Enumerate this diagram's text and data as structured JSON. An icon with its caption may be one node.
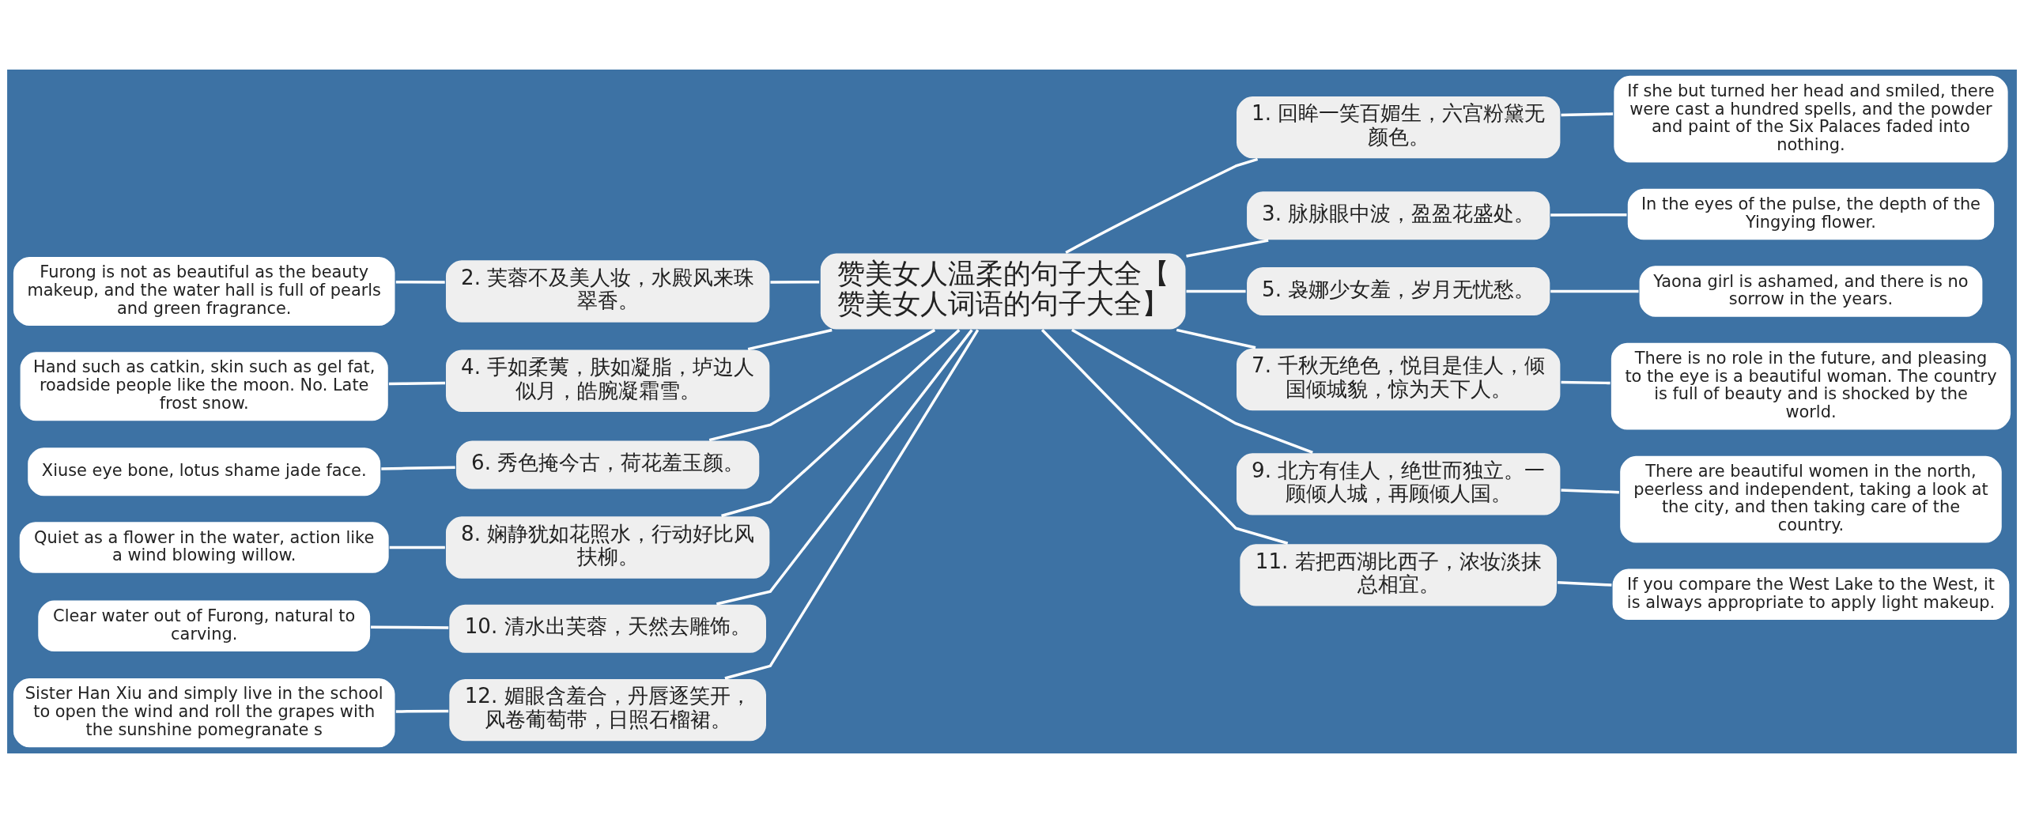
{
  "diagram": {
    "nodes": [
      {
        "text": [
          "赞美女人温柔的句子大全【赞美女人词语的句子大全】"
        ]
      },
      {
        "text": [
          "1. 回眸一笑百媚生，六宫粉黛无颜色。"
        ]
      },
      {
        "text": [
          "If she but turned her head and smiled, there were cast a hundred spells, and the powder and paint of the Six Palaces faded into nothing."
        ]
      },
      {
        "text": [
          "2. 芙蓉不及美人妆，水殿风来珠翠香。"
        ]
      },
      {
        "text": [
          "Furong is not as beautiful as the beauty makeup, and the water hall is full of pearls and green fragrance."
        ]
      },
      {
        "text": [
          "3. 脉脉眼中波，盈盈花盛处。"
        ]
      },
      {
        "text": [
          "In the eyes of the pulse, the depth of the Yingying flower."
        ]
      },
      {
        "text": [
          "4. 手如柔荑，肤如凝脂，垆边人似月，皓腕凝霜雪。"
        ]
      },
      {
        "text": [
          "Hand such as catkin, skin such as gel fat, roadside people like the moon. No. Late frost snow."
        ]
      },
      {
        "text": [
          "5. 袅娜少女羞，岁月无忧愁。"
        ]
      },
      {
        "text": [
          "Yaona girl is ashamed, and there is no sorrow in the years."
        ]
      },
      {
        "text": [
          "6. 秀色掩今古，荷花羞玉颜。"
        ]
      },
      {
        "text": [
          "Xiuse eye bone, lotus shame jade face."
        ]
      },
      {
        "text": [
          "7. 千秋无绝色，悦目是佳人，倾国倾城貌，惊为天下人。"
        ]
      },
      {
        "text": [
          "There is no role in the future, and pleasing to the eye is a beautiful woman. The country is full of beauty and is shocked by the world."
        ]
      },
      {
        "text": [
          "8. 娴静犹如花照水，行动好比风扶柳。"
        ]
      },
      {
        "text": [
          "Quiet as a flower in the water, action like a wind blowing willow."
        ]
      },
      {
        "text": [
          "9. 北方有佳人，绝世而独立。一顾倾人城，再顾倾人国。"
        ]
      },
      {
        "text": [
          "There are beautiful women in the north, peerless and independent, taking a look at the city, and then taking care of the country."
        ]
      },
      {
        "text": [
          "10. 清水出芙蓉，天然去雕饰。"
        ]
      },
      {
        "text": [
          "Clear water out of Furong, natural to carving."
        ]
      },
      {
        "text": [
          "11. 若把西湖比西子，浓妆淡抹总相宜。"
        ]
      },
      {
        "text": [
          "If you compare the West Lake to the West, it is always appropriate to apply light makeup."
        ]
      },
      {
        "text": [
          "12. 媚眼含羞合，丹唇逐笑开，风卷葡萄带，日照石榴裙。"
        ]
      },
      {
        "text": [
          "Sister Han Xiu and simply live in the school to open the wind and roll the grapes with the sunshine pomegranate s"
        ]
      }
    ],
    "edges": [
      {
        "from": 0,
        "to": 1,
        "arrow": "none"
      },
      {
        "from": 1,
        "to": 2,
        "arrow": "none"
      },
      {
        "from": 0,
        "to": 3,
        "arrow": "none"
      },
      {
        "from": 3,
        "to": 4,
        "arrow": "none"
      },
      {
        "from": 0,
        "to": 5,
        "arrow": "none"
      },
      {
        "from": 5,
        "to": 6,
        "arrow": "none"
      },
      {
        "from": 0,
        "to": 7,
        "arrow": "none"
      },
      {
        "from": 7,
        "to": 8,
        "arrow": "none"
      },
      {
        "from": 0,
        "to": 9,
        "arrow": "none"
      },
      {
        "from": 9,
        "to": 10,
        "arrow": "none"
      },
      {
        "from": 0,
        "to": 11,
        "arrow": "none"
      },
      {
        "from": 11,
        "to": 12,
        "arrow": "none"
      },
      {
        "from": 0,
        "to": 13,
        "arrow": "none"
      },
      {
        "from": 13,
        "to": 14,
        "arrow": "none"
      },
      {
        "from": 0,
        "to": 15,
        "arrow": "none"
      },
      {
        "from": 15,
        "to": 16,
        "arrow": "none"
      },
      {
        "from": 0,
        "to": 17,
        "arrow": "none"
      },
      {
        "from": 17,
        "to": 18,
        "arrow": "none"
      },
      {
        "from": 0,
        "to": 19,
        "arrow": "none"
      },
      {
        "from": 19,
        "to": 20,
        "arrow": "none"
      },
      {
        "from": 0,
        "to": 21,
        "arrow": "none"
      },
      {
        "from": 21,
        "to": 22,
        "arrow": "none"
      },
      {
        "from": 0,
        "to": 23,
        "arrow": "none"
      },
      {
        "from": 23,
        "to": 24,
        "arrow": "none"
      }
    ]
  }
}
